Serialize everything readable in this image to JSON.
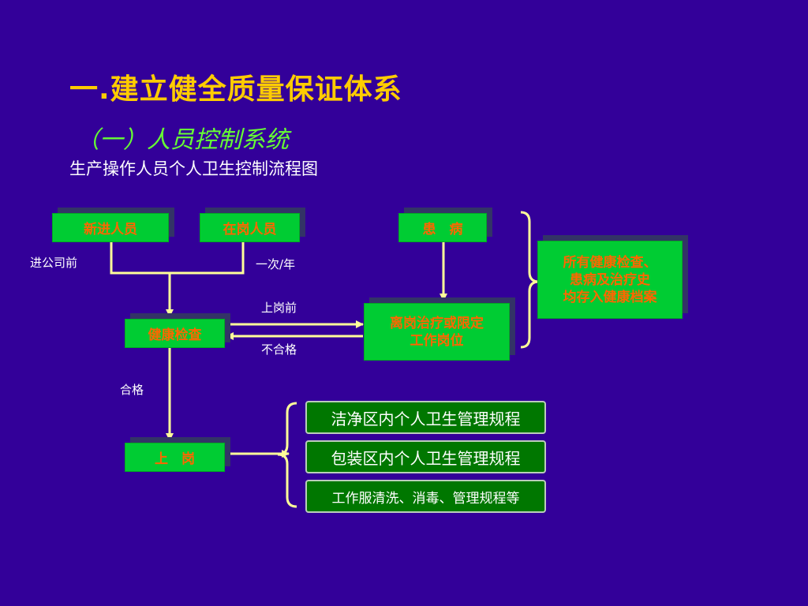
{
  "title": "一.建立健全质量保证体系",
  "subtitle": "（一）人员控制系统",
  "caption": "生产操作人员个人卫生控制流程图",
  "boxes": {
    "new_staff": "新进人员",
    "current_staff": "在岗人员",
    "sick": "患　病",
    "health_check": "健康检查",
    "leave_treatment_line1": "离岗治疗或限定",
    "leave_treatment_line2": "工作岗位",
    "records_line1": "所有健康检查、",
    "records_line2": "患病及治疗史",
    "records_line3": "均存入健康档案",
    "on_duty": "上　岗"
  },
  "labels": {
    "before_joining": "进公司前",
    "once_per_year": "一次/年",
    "before_duty": "上岗前",
    "unqualified": "不合格",
    "qualified": "合格"
  },
  "rules": [
    "洁净区内个人卫生管理规程",
    "包装区内个人卫生管理规程",
    "工作服清洗、消毒、管理规程等"
  ],
  "colors": {
    "background": "#330099",
    "title": "#FFCC00",
    "subtitle": "#66FF33",
    "box_fill": "#00CC33",
    "box_text": "#FF6600",
    "rule_fill": "#007700",
    "connector": "#FFFF99"
  }
}
